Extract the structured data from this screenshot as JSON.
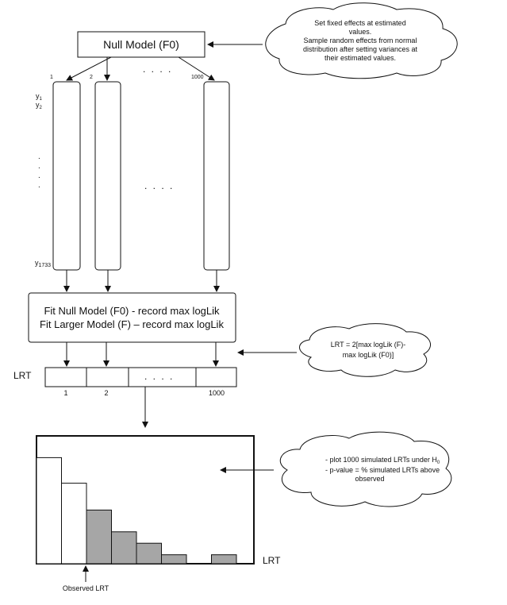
{
  "null_model": {
    "label": "Null Model (F0)"
  },
  "cloud_simulate": {
    "lines": [
      "Set fixed effects at estimated",
      "values.",
      "Sample random effects from normal",
      "distribution after setting variances at",
      "their estimated values."
    ]
  },
  "simulations": {
    "labels": [
      "1",
      "2",
      "1000"
    ],
    "ellipsis": ". . . ."
  },
  "y_labels": {
    "y1": "y",
    "y1_sub": "1",
    "y2": "y",
    "y2_sub": "2",
    "vdots": ".",
    "ylast": "y",
    "ylast_sub": "1733"
  },
  "fit_box": {
    "line1": "Fit Null Model (F0)  - record max logLik",
    "line2": "Fit Larger Model (F) – record max logLik"
  },
  "cloud_lrt": {
    "lines": [
      "LRT = 2[max logLik (F)-",
      "max logLik (F0)]"
    ]
  },
  "lrt_row": {
    "title": "LRT",
    "cell_labels": [
      "1",
      "2",
      "1000"
    ],
    "ellipsis": ". . . ."
  },
  "cloud_plot": {
    "line1": "- plot 1000 simulated LRTs under H",
    "line1_sub": "0",
    "line2": "- p-value = % simulated LRTs above",
    "line3": "observed"
  },
  "histogram": {
    "axis_label": "LRT",
    "observed_label": "Observed LRT",
    "bar_heights_fraction": [
      0.83,
      0.63,
      0.42,
      0.25,
      0.16,
      0.07,
      0.0,
      0.07
    ],
    "shaded_from_index": 2,
    "colors": {
      "unshaded": "#ffffff",
      "shaded": "#a6a6a6"
    }
  }
}
